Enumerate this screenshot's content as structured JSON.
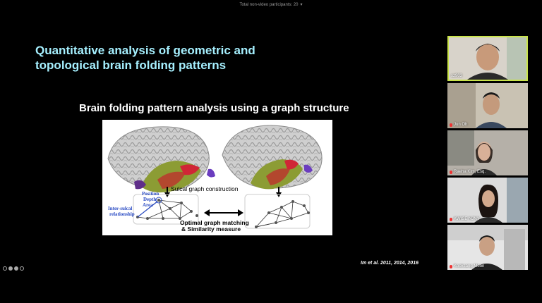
{
  "meeting": {
    "participants_label": "Total non-video participants: 20"
  },
  "slide": {
    "title": "Quantitative analysis of geometric and topological brain folding patterns",
    "subtitle": "Brain folding pattern analysis using a graph structure",
    "figure": {
      "label_construction": "Sulcal graph construction",
      "label_position": "Position",
      "label_depth": "Depth",
      "label_area": "Area",
      "label_relationship_1": "Inter-sulcal",
      "label_relationship_2": "relationship",
      "label_matching_1": "Optimal graph matching",
      "label_matching_2": "& Similarity measure"
    },
    "citation": "Im et al. 2011, 2014, 2016"
  },
  "participants": [
    {
      "name": "sz903"
    },
    {
      "name": "Jun Oh"
    },
    {
      "name": "Raeha Kim, Esq."
    },
    {
      "name": "KWISE NJNY"
    },
    {
      "name": "Kooksang Moon"
    }
  ]
}
